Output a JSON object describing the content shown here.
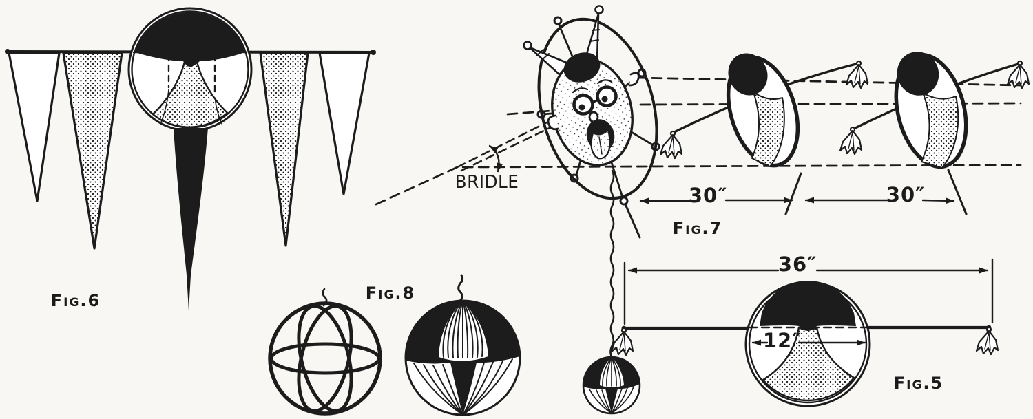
{
  "figure_labels": {
    "fig5": "Fig.5",
    "fig6": "Fig.6",
    "fig7": "Fig.7",
    "fig8": "Fig.8"
  },
  "annotations": {
    "bridle": "BRIDLE"
  },
  "dimensions": {
    "hoop_spacing_left": "30″",
    "hoop_spacing_right": "30″",
    "stick_length": "36″",
    "hoop_diameter": "12″"
  },
  "colors": {
    "ink": "#1c1c1c",
    "paper": "#f8f7f3"
  }
}
